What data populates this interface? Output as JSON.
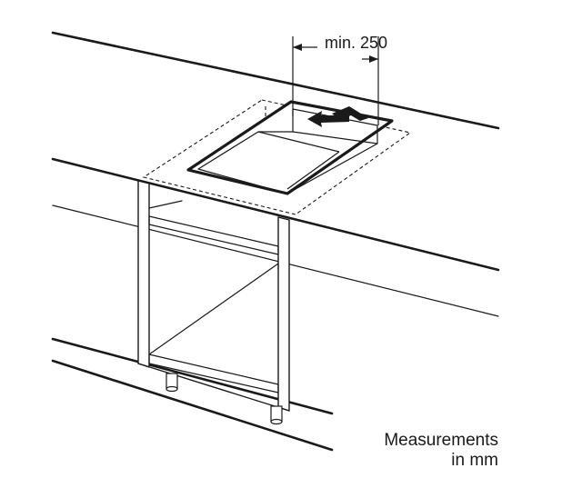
{
  "diagram": {
    "dimension_label": "min. 250",
    "measurement_note": {
      "line1": "Measurements",
      "line2": "in mm"
    }
  },
  "colors": {
    "stroke": "#1a1a1a",
    "background": "#ffffff"
  }
}
